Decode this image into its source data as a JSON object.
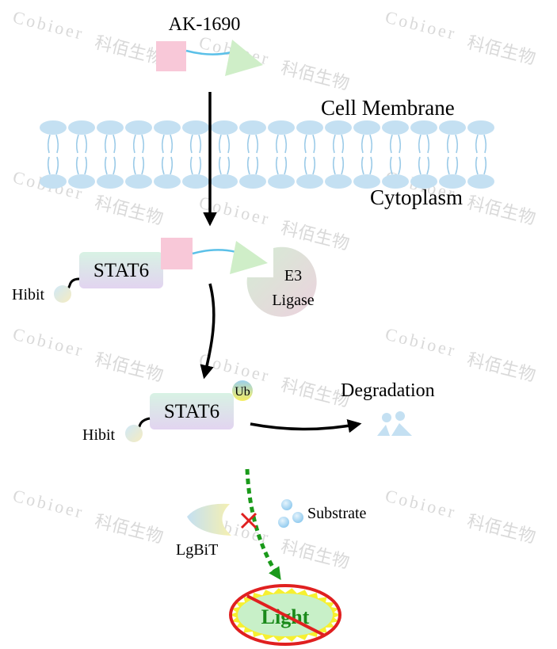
{
  "compound": "AK-1690",
  "membrane_label": "Cell Membrane",
  "cytoplasm_label": "Cytoplasm",
  "hibit_label": "Hibit",
  "stat6_label": "STAT6",
  "e3_label": {
    "line1": "E3",
    "line2": "Ligase"
  },
  "ub_label": "Ub",
  "degradation_label": "Degradation",
  "lgbit_label": "LgBiT",
  "substrate_label": "Substrate",
  "light_label": "Light",
  "watermark": {
    "latin": "Cobioer",
    "chinese": "科佰生物"
  },
  "colors": {
    "warhead_pink": "#f8c8d8",
    "ligand_green": "#cfeec8",
    "linker_blue": "#5bc0e8",
    "membrane_blue": "#c4e0f2",
    "arrow_green": "#1a9a1a",
    "cross_red": "#e02020",
    "light_yellow": "#f6f030",
    "light_fill": "#c8f0c8",
    "light_text": "#1a8a1a"
  }
}
